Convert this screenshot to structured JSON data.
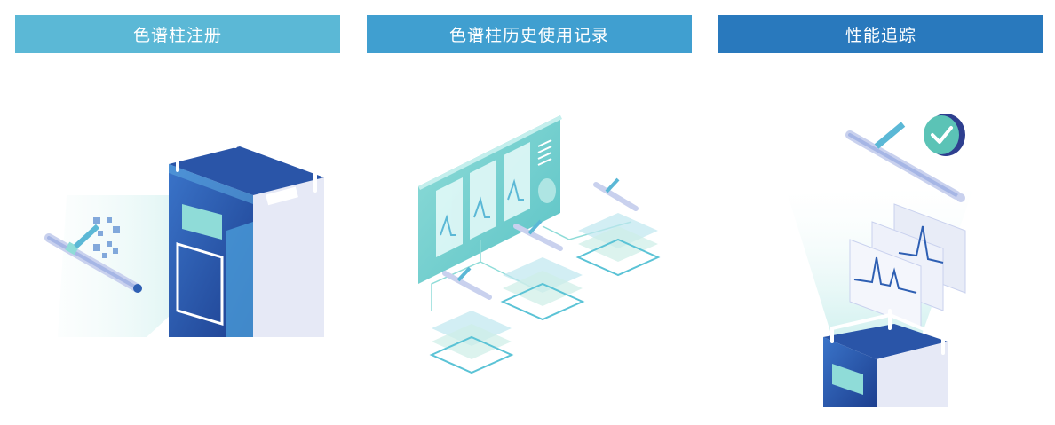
{
  "tabs": [
    {
      "label": "色谱柱注册",
      "color": "#5bb8d6"
    },
    {
      "label": "色谱柱历史使用记录",
      "color": "#409fd0"
    },
    {
      "label": "性能追踪",
      "color": "#2979bd"
    }
  ],
  "illustrations": [
    {
      "icon": "column-registration-qr-scan-icon"
    },
    {
      "icon": "column-usage-history-dashboard-icon"
    },
    {
      "icon": "performance-tracking-chromatogram-icon"
    }
  ],
  "colors": {
    "tab1": "#5bb8d6",
    "tab2": "#409fd0",
    "tab3": "#2979bd",
    "device_blue": "#2e5fb3",
    "device_dark": "#1f3f8a",
    "teal": "#7ed3cf",
    "panel_light": "#e8ecf7"
  }
}
